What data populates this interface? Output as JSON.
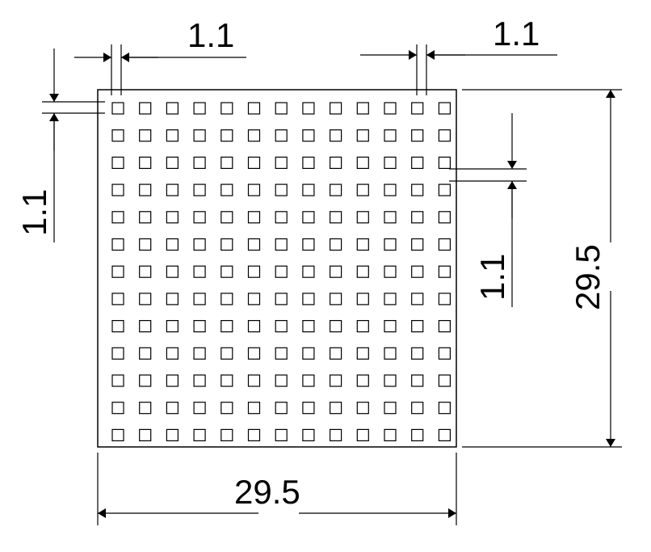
{
  "diagram": {
    "grid": {
      "rows": 13,
      "columns": 13
    },
    "dimensions": {
      "top_left_spacing": "1.1",
      "top_right_spacing": "1.1",
      "left_vertical_spacing": "1.1",
      "right_vertical_spacing": "1.1",
      "overall_height": "29.5",
      "overall_width": "29.5"
    },
    "colors": {
      "line": "#000000",
      "background": "#ffffff"
    }
  }
}
